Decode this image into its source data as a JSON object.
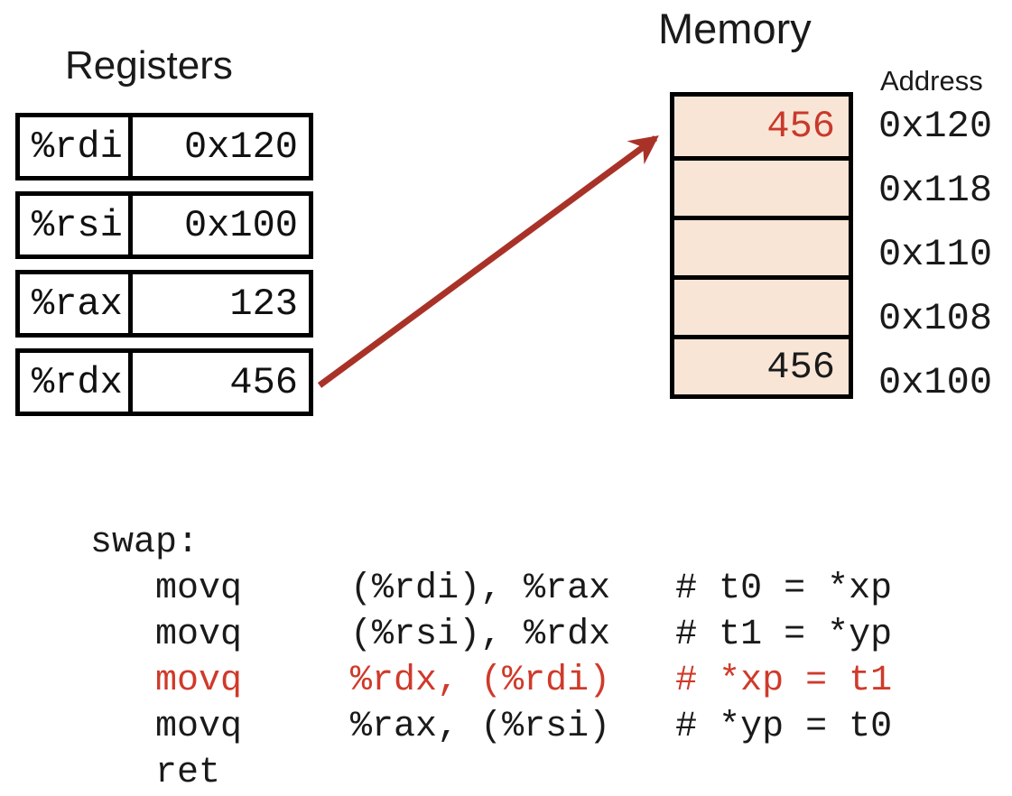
{
  "titles": {
    "registers": "Registers",
    "memory": "Memory",
    "address": "Address"
  },
  "registers": [
    {
      "name": "%rdi",
      "value": "0x120"
    },
    {
      "name": "%rsi",
      "value": "0x100"
    },
    {
      "name": "%rax",
      "value": "123"
    },
    {
      "name": "%rdx",
      "value": "456"
    }
  ],
  "memory": [
    {
      "value": "456",
      "address": "0x120",
      "highlighted": true
    },
    {
      "value": "",
      "address": "0x118",
      "highlighted": false
    },
    {
      "value": "",
      "address": "0x110",
      "highlighted": false
    },
    {
      "value": "",
      "address": "0x108",
      "highlighted": false
    },
    {
      "value": "456",
      "address": "0x100",
      "highlighted": false
    }
  ],
  "code": {
    "lines": [
      {
        "text": "swap:",
        "highlighted": false
      },
      {
        "text": "   movq     (%rdi), %rax   # t0 = *xp",
        "highlighted": false
      },
      {
        "text": "   movq     (%rsi), %rdx   # t1 = *yp",
        "highlighted": false
      },
      {
        "text": "   movq     %rdx, (%rdi)   # *xp = t1",
        "highlighted": true
      },
      {
        "text": "   movq     %rax, (%rsi)   # *yp = t0",
        "highlighted": false
      },
      {
        "text": "   ret",
        "highlighted": false
      }
    ]
  },
  "arrow": {
    "meaning": "pointer from %rdx register value to memory cell at 0x120",
    "color": "#a93228"
  },
  "colors": {
    "highlight_red_text": "#c9392b",
    "code_red": "#cf3a2a",
    "memory_fill": "#f8e5d6",
    "border_black": "#000000"
  }
}
